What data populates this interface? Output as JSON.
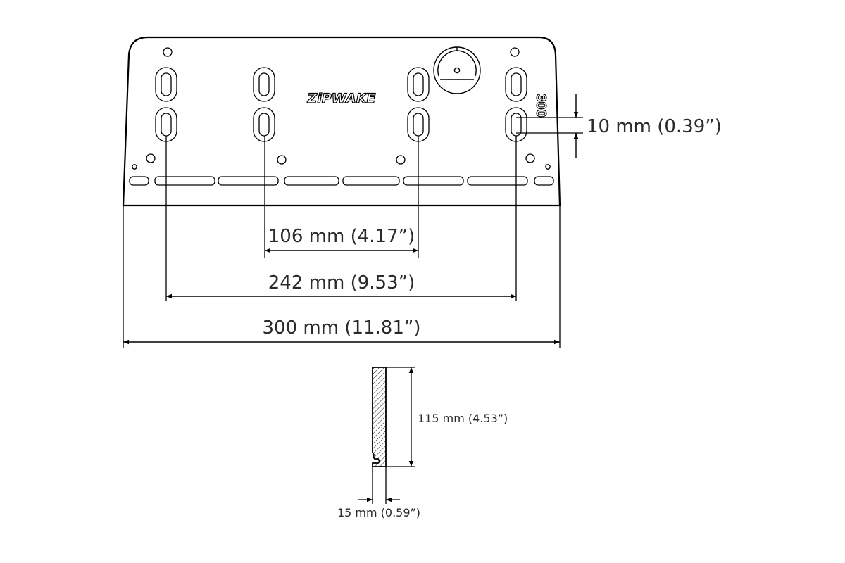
{
  "diagram": {
    "logo": "ZiPWAKE",
    "model_label": "300",
    "front_view": {
      "dimensions": {
        "slot_length": "10 mm (0.39”)",
        "inner_spacing": "106 mm (4.17”)",
        "outer_spacing": "242 mm (9.53”)",
        "overall_width": "300 mm (11.81”)"
      }
    },
    "side_view": {
      "dimensions": {
        "height": "115 mm (4.53”)",
        "thickness": "15 mm (0.59”)"
      }
    },
    "colors": {
      "line": "#000000",
      "text": "#2a2a2a",
      "background": "#ffffff"
    }
  }
}
